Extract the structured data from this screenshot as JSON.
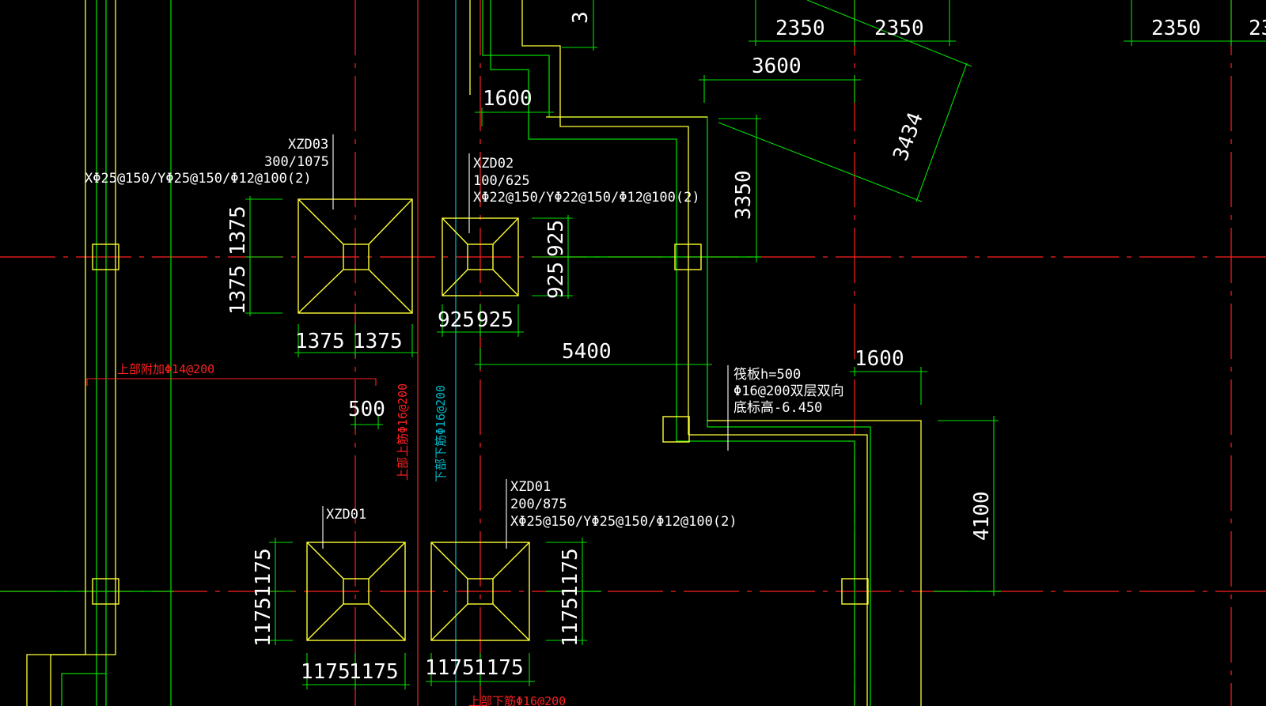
{
  "colors": {
    "background": "#000000",
    "axis_red": "#ff2020",
    "axis_green": "#00e000",
    "dim_green": "#00e000",
    "wall_yellow": "#ffff33",
    "beam_green": "#00d800",
    "bar_cyan": "#00b8c8",
    "text_white": "#ffffff"
  },
  "foundations": {
    "xzd03": {
      "id": "XZD03",
      "size": "300/1075",
      "rebar": "XΦ25@150/YΦ25@150/Φ12@100(2)"
    },
    "xzd02": {
      "id": "XZD02",
      "size": "100/625",
      "rebar": "XΦ22@150/YΦ22@150/Φ12@100(2)"
    },
    "xzd01_right": {
      "id": "XZD01",
      "size": "200/875",
      "rebar": "XΦ25@150/YΦ25@150/Φ12@100(2)"
    },
    "xzd01_left": {
      "id": "XZD01"
    }
  },
  "raft_note": {
    "line1": "筏板h=500",
    "line2": "Φ16@200双层双向",
    "line3": "底标高-6.450"
  },
  "rebar_labels": {
    "top_additional": "上部附加Φ14@200",
    "top_upper": "上部上筋Φ16@200",
    "bottom_lower": "下部下筋Φ16@200",
    "top_lower_cut": "上部下筋Φ16@200"
  },
  "dimensions": {
    "top_2350_a": "2350",
    "top_2350_b": "2350",
    "top_2350_c": "2350",
    "top_23_cut": "23",
    "top_3_cut": "3",
    "d_3600": "3600",
    "d_1600_top": "1600",
    "d_3434": "3434",
    "d_3350": "3350",
    "xzd03_v1": "1375",
    "xzd03_v2": "1375",
    "xzd03_h1": "1375",
    "xzd03_h2": "1375",
    "xzd02_v1": "925",
    "xzd02_v2": "925",
    "xzd02_h1": "925",
    "xzd02_h2": "925",
    "d_5400": "5400",
    "d_1600_right": "1600",
    "d_500": "500",
    "d_4100": "4100",
    "xzd01l_v1": "1175",
    "xzd01l_v2": "1175",
    "xzd01l_h1": "1175",
    "xzd01l_h2": "1175",
    "xzd01r_v1": "1175",
    "xzd01r_v2": "1175",
    "xzd01r_h1": "1175",
    "xzd01r_h2": "1175"
  }
}
